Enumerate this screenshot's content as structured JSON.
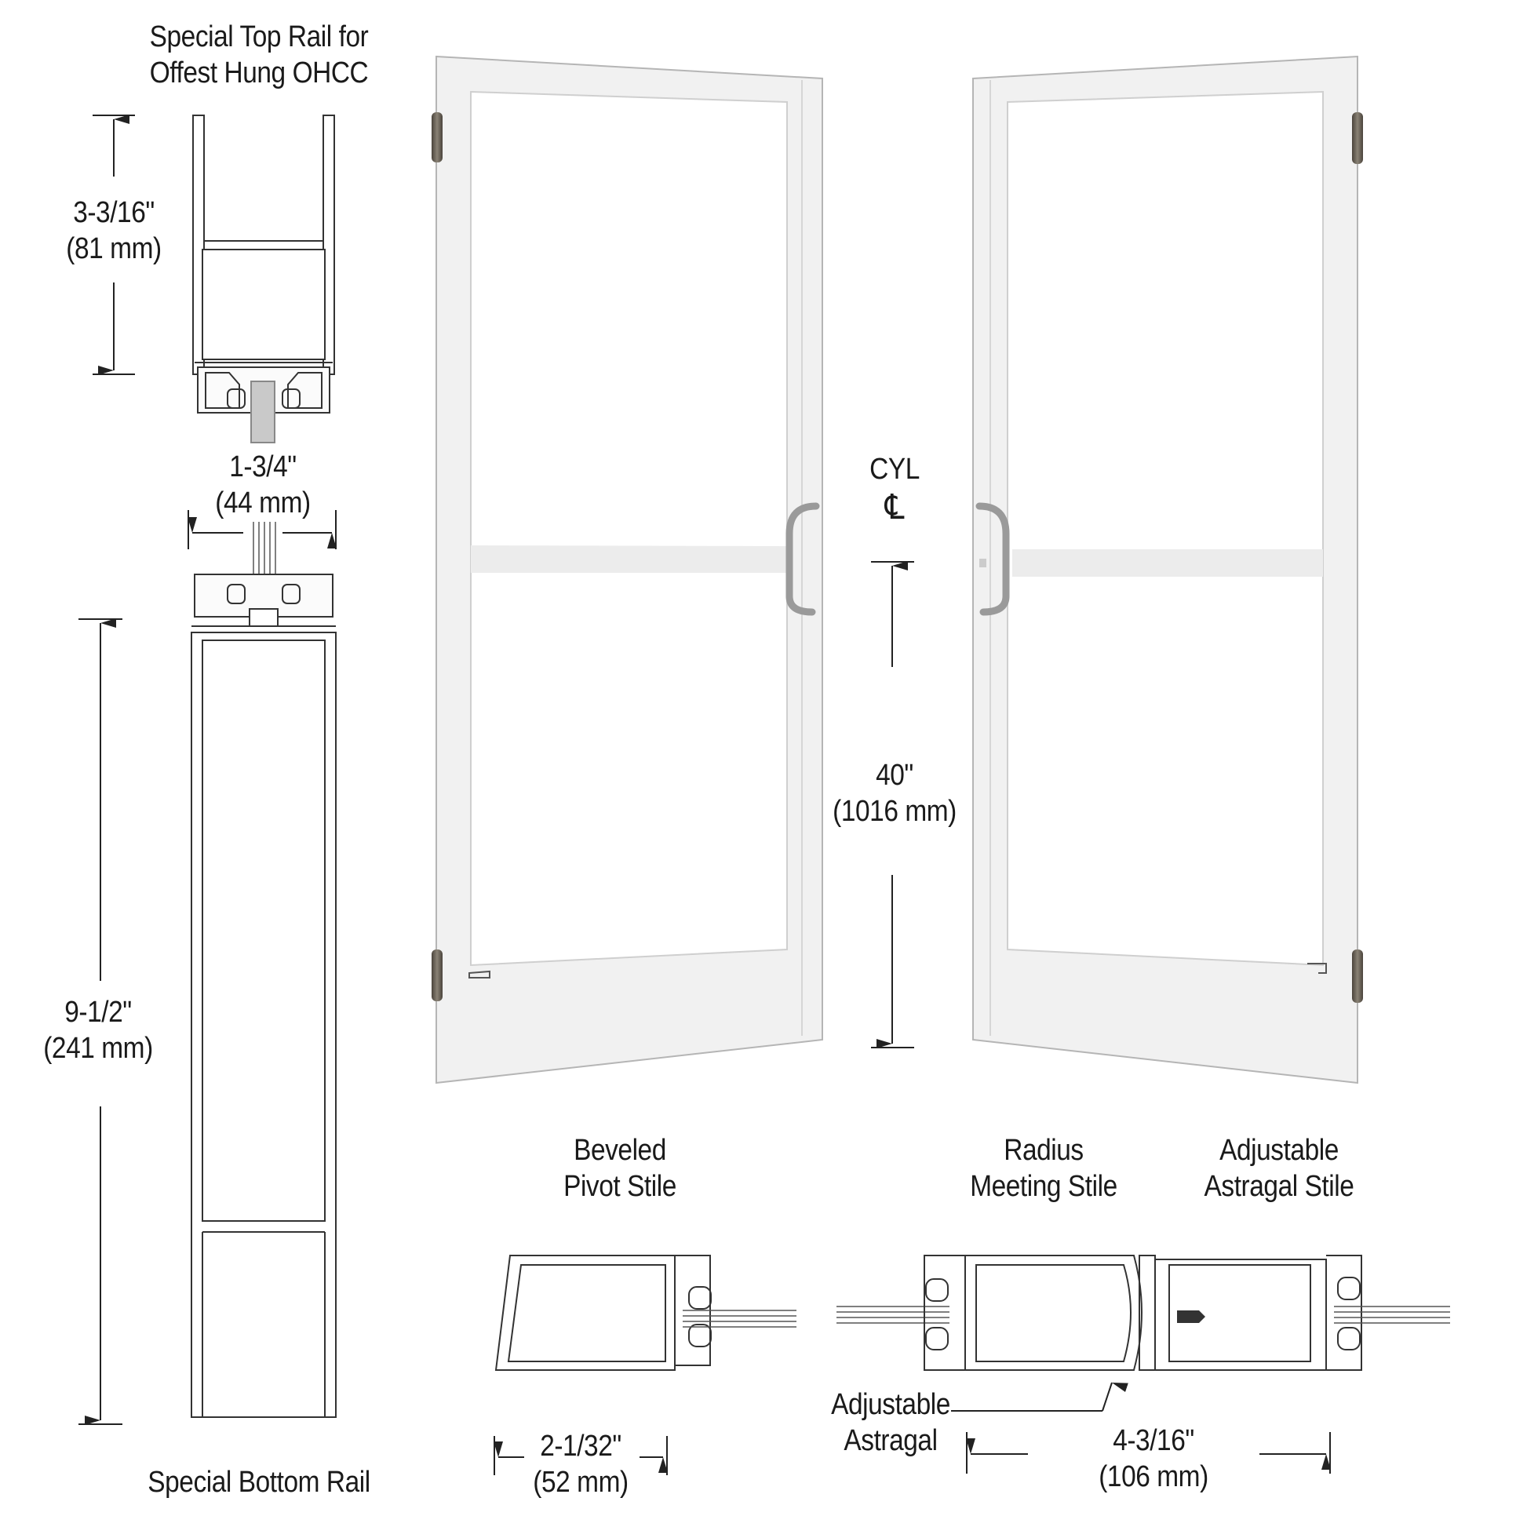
{
  "top_rail": {
    "title_line1": "Special Top Rail for",
    "title_line2": "Offest Hung OHCC",
    "height_in": "3-3/16\"",
    "height_mm": "(81 mm)"
  },
  "glass_thickness": {
    "in": "1-3/4\"",
    "mm": "(44 mm)"
  },
  "bottom_rail": {
    "height_in": "9-1/2\"",
    "height_mm": "(241 mm)",
    "title": "Special Bottom Rail"
  },
  "cylinder": {
    "label": "CYL",
    "centerline_symbol": "℄",
    "height_in": "40\"",
    "height_mm": "(1016 mm)"
  },
  "pivot_stile": {
    "title_line1": "Beveled",
    "title_line2": "Pivot Stile",
    "width_in": "2-1/32\"",
    "width_mm": "(52 mm)"
  },
  "meeting_stile": {
    "title_line1": "Radius",
    "title_line2": "Meeting Stile"
  },
  "astragal_stile": {
    "title_line1": "Adjustable",
    "title_line2": "Astragal Stile"
  },
  "astragal": {
    "label_line1": "Adjustable",
    "label_line2": "Astragal",
    "width_in": "4-3/16\"",
    "width_mm": "(106 mm)"
  },
  "colors": {
    "frame": "#f0f0f0",
    "frame_edge": "#9a9a9a",
    "glass": "#ffffff",
    "hinge": "#6b6459",
    "line": "#222222"
  }
}
